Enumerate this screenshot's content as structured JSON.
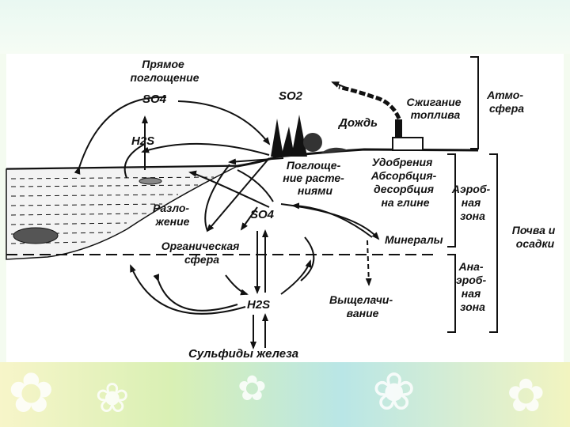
{
  "labels": {
    "direct_uptake": [
      "Прямое",
      "поглощение"
    ],
    "so4_top": "SO4",
    "h2s_top": "H2S",
    "so2": "SO2",
    "rain": "Дождь",
    "fuel_burning": [
      "Сжигание",
      "топлива"
    ],
    "atmosphere": [
      "Атмо-",
      "сфера"
    ],
    "plant_uptake": [
      "Поглоще-",
      "ние расте-",
      "ниями"
    ],
    "fertilizers": [
      "Удобрения",
      "Абсорбция-",
      "десорбция",
      "на глине"
    ],
    "aerobic_zone": [
      "Аэроб-",
      "ная",
      "зона"
    ],
    "soil_sediments": [
      "Почва и",
      "осадки"
    ],
    "decomposition": [
      "Разло-",
      "жение"
    ],
    "so4_mid": "SO4",
    "minerals": "Минералы",
    "organic_sphere": [
      "Органическая",
      "сфера"
    ],
    "anaerobic_zone": [
      "Ана-",
      "эроб-",
      "ная",
      "зона"
    ],
    "h2s_bottom": "H2S",
    "leaching": [
      "Выщелачи-",
      "вание"
    ],
    "iron_sulfides": "Сульфиды железа"
  },
  "colors": {
    "ink": "#111111",
    "paper": "#ffffff",
    "frame_top": "#eef9f3",
    "frame_bottom": "#e6f3c4"
  }
}
